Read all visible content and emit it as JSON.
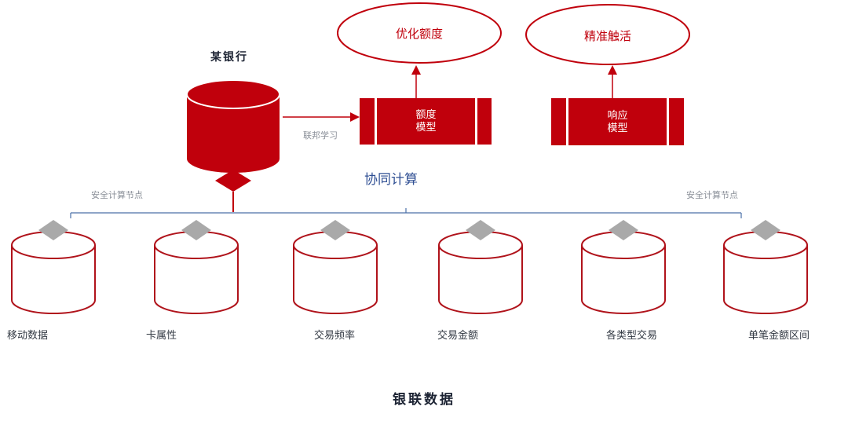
{
  "bank_title": "某银行",
  "federated_label": "联邦学习",
  "collab_label": "协同计算",
  "secure_node_left": "安全计算节点",
  "secure_node_right": "安全计算节点",
  "ovals": {
    "limit": "优化额度",
    "marketing": "精准触活"
  },
  "models": {
    "limit_line1": "额度",
    "limit_line2": "模型",
    "response_line1": "响应",
    "response_line2": "模型"
  },
  "sources": [
    "移动数据",
    "卡属性",
    "交易频率",
    "交易金额",
    "各类型交易",
    "单笔金额区间"
  ],
  "footer_title": "银联数据",
  "colors": {
    "primary_red": "#c0000c",
    "outline_red": "#b0131b",
    "connector_blue": "#4a6fa8",
    "diamond_gray": "#a9a9a9"
  }
}
